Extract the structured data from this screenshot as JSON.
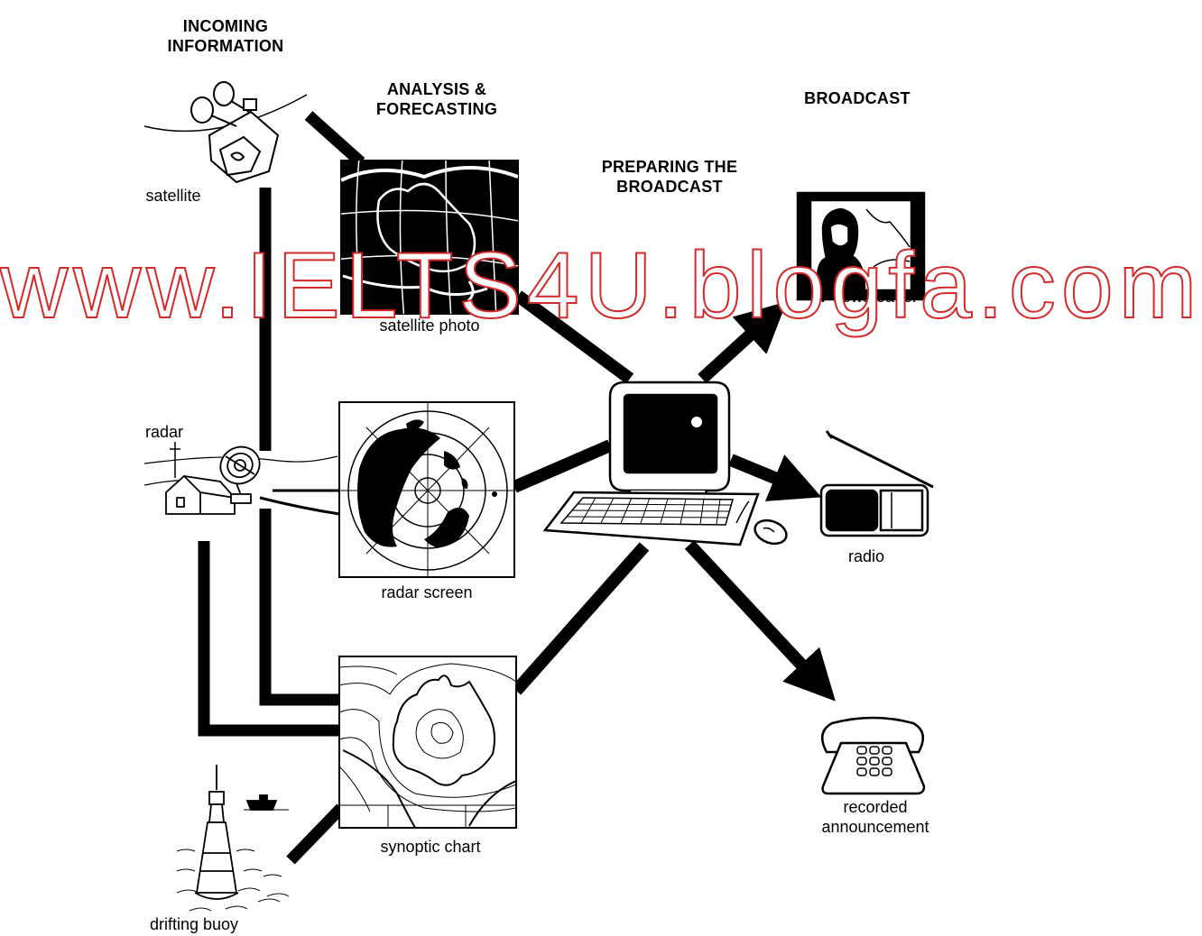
{
  "headings": {
    "incoming": "INCOMING\nINFORMATION",
    "analysis": "ANALYSIS &\nFORECASTING",
    "preparing": "PREPARING THE\nBROADCAST",
    "broadcast": "BROADCAST"
  },
  "labels": {
    "satellite": "satellite",
    "satellite_photo": "satellite photo",
    "radar": "radar",
    "radar_screen": "radar screen",
    "synoptic_chart": "synoptic chart",
    "drifting_buoy": "drifting buoy",
    "tv_newsreader": "TV newsreader",
    "radio": "radio",
    "recorded_announcement": "recorded\nannouncement"
  },
  "watermark": "www.IELTS4U.blogfa.com",
  "colors": {
    "watermark_outline": "#d42a2a",
    "ink": "#000000"
  }
}
